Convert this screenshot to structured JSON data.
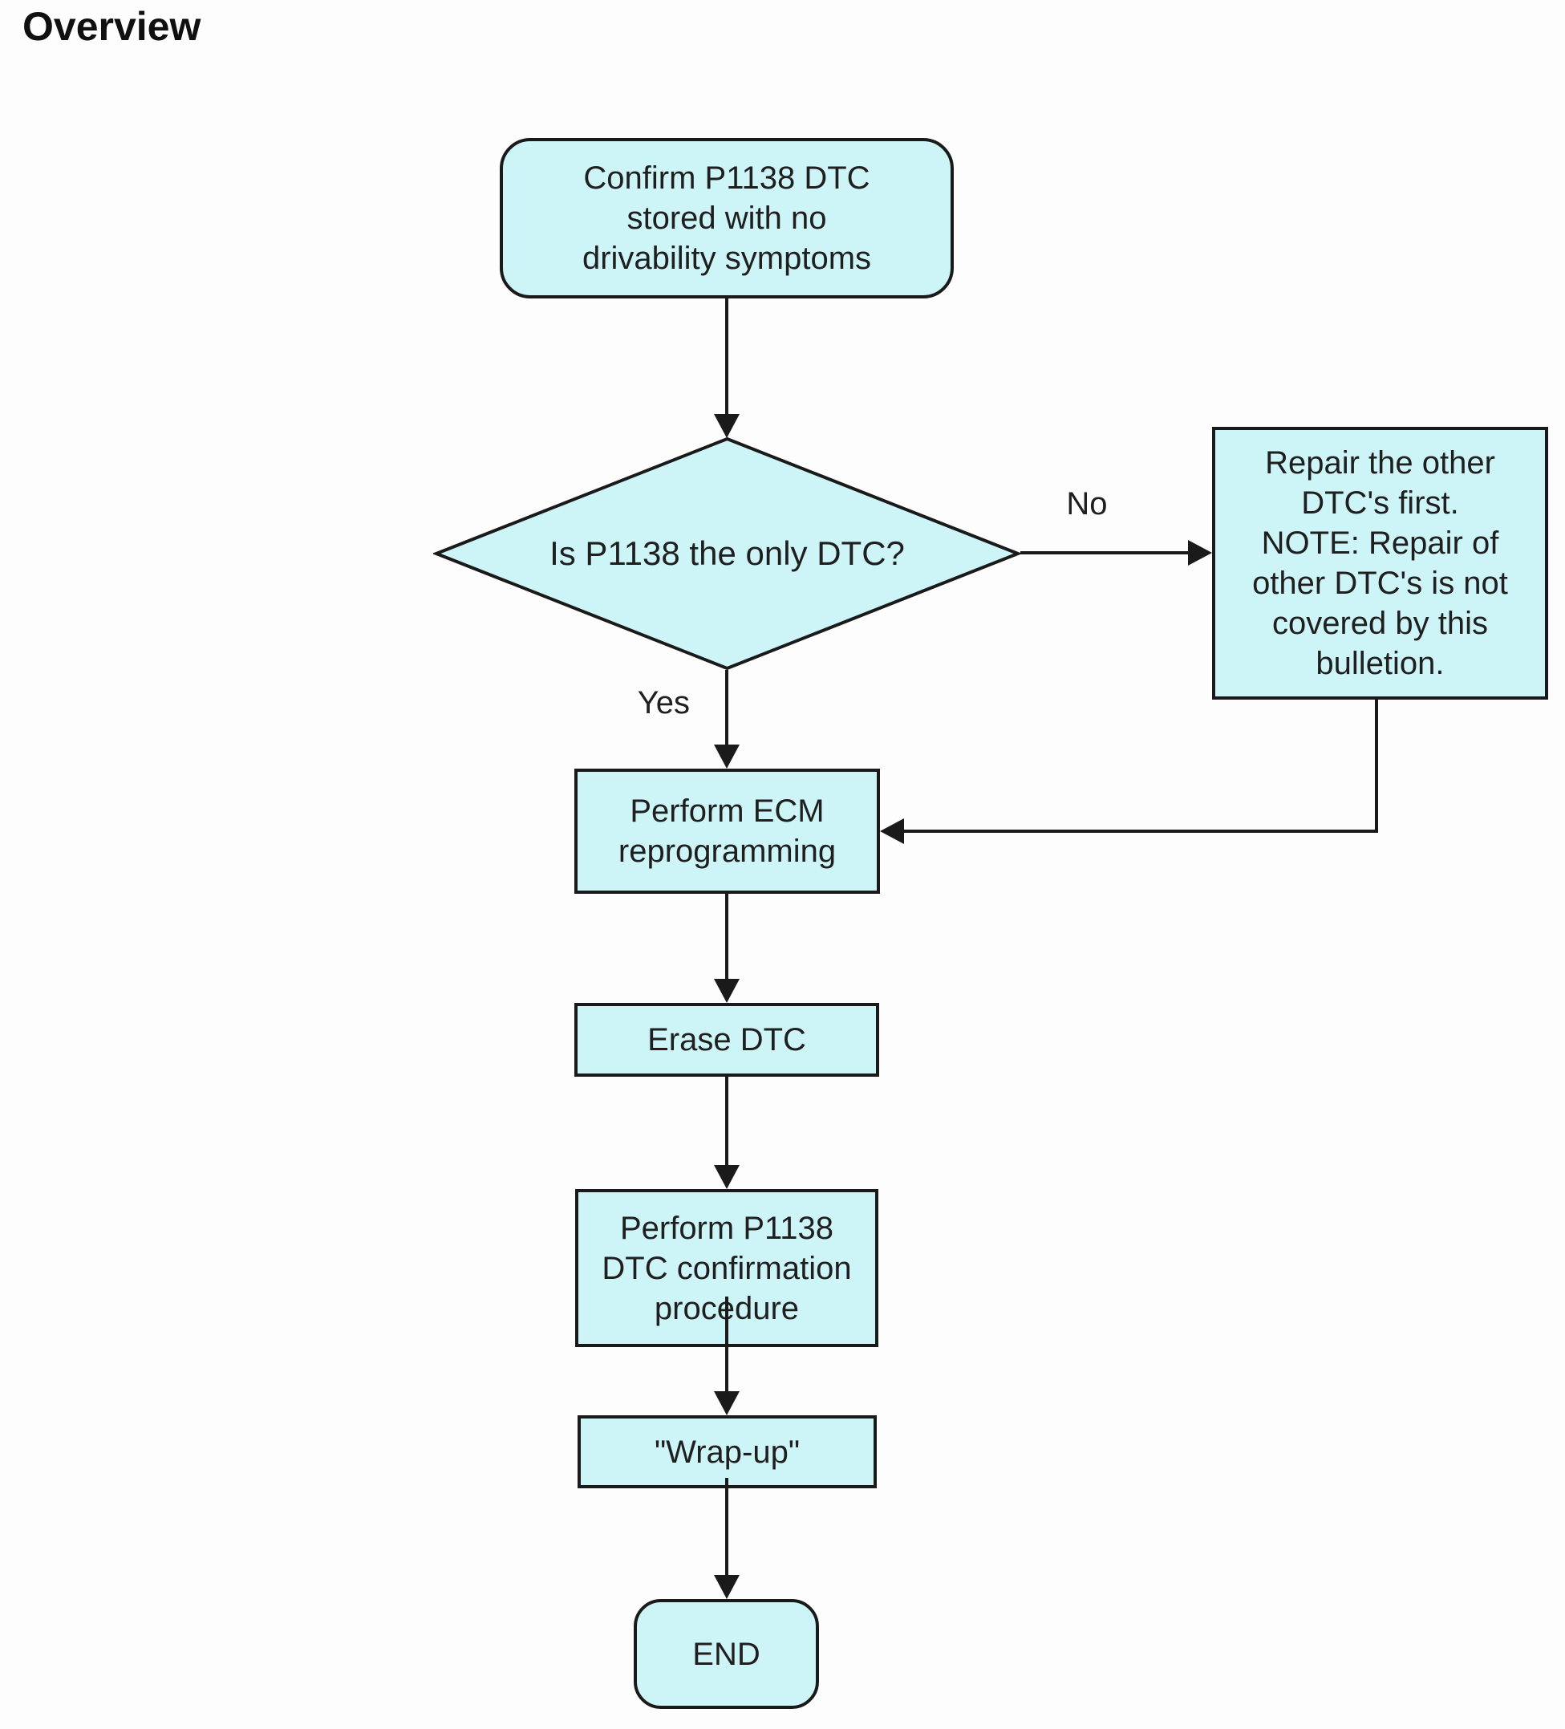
{
  "page": {
    "title": "Overview"
  },
  "flowchart": {
    "nodes": {
      "start": {
        "type": "rounded-terminator",
        "text": "Confirm P1138 DTC\nstored with no\ndrivability symptoms"
      },
      "decision": {
        "type": "diamond",
        "text": "Is P1138 the only DTC?"
      },
      "repair": {
        "type": "process",
        "text": "Repair the other\nDTC's first.\nNOTE: Repair of\nother DTC's is not\ncovered by this\nbulletion."
      },
      "ecm": {
        "type": "process",
        "text": "Perform ECM\nreprogramming"
      },
      "erase": {
        "type": "process",
        "text": "Erase DTC"
      },
      "confirm": {
        "type": "process",
        "text": "Perform P1138\nDTC confirmation\nprocedure"
      },
      "wrapup": {
        "type": "process",
        "text": "\"Wrap-up\""
      },
      "end": {
        "type": "rounded-terminator",
        "text": "END"
      }
    },
    "edge_labels": {
      "yes": "Yes",
      "no": "No"
    },
    "colors": {
      "node_fill": "#cdf4f6",
      "node_border": "#1a1a1a",
      "connector": "#1a1a1a",
      "text": "#1f1f1f",
      "background": "#fdfdfd"
    }
  }
}
